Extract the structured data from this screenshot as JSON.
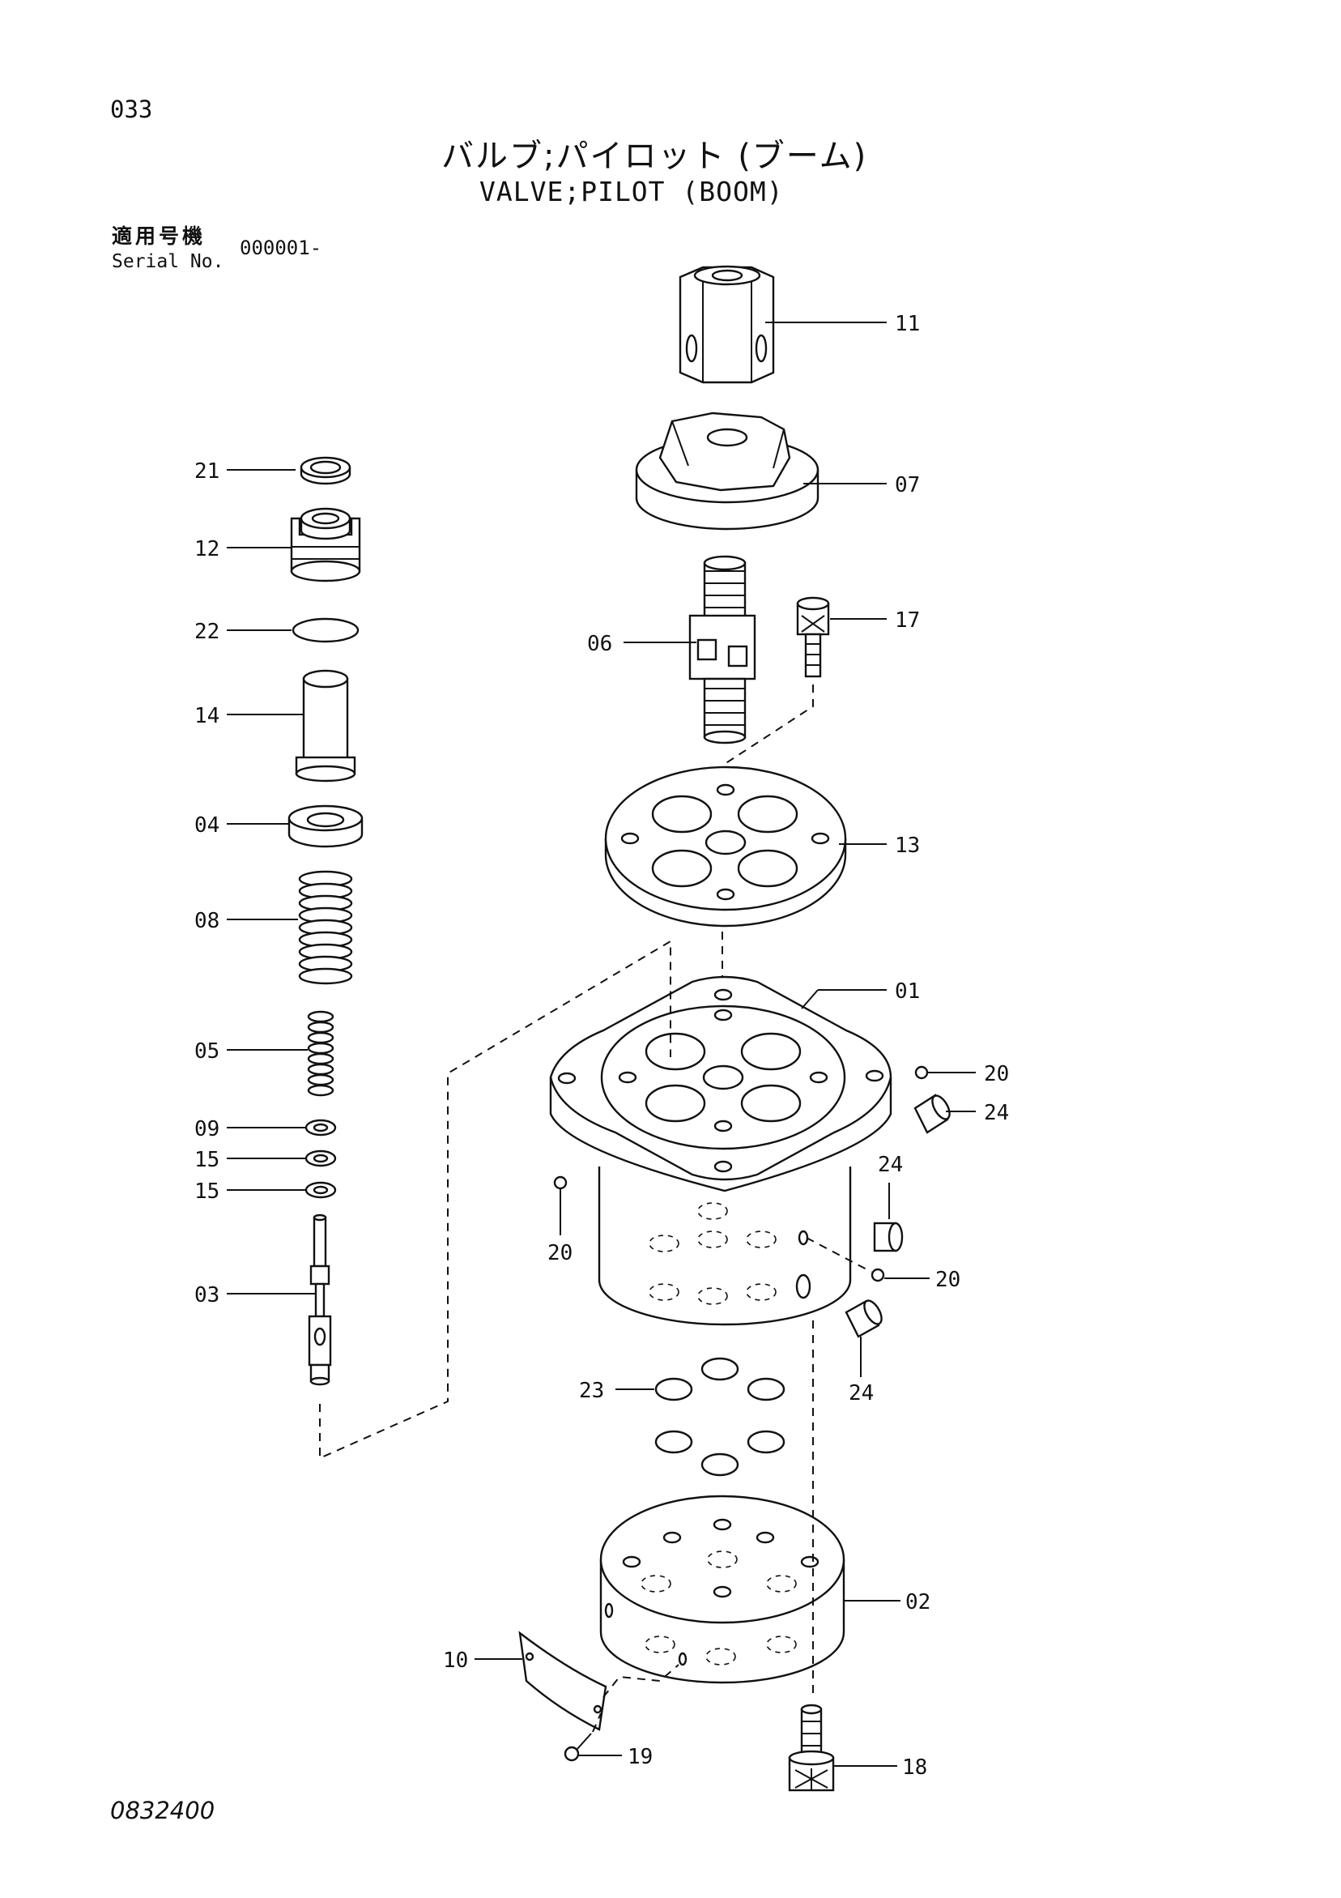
{
  "page_number": "033",
  "title_jp": "バルブ;パイロット (ブーム)",
  "title_en": "VALVE;PILOT (BOOM)",
  "serial_label_jp": "適用号機",
  "serial_label_en": "Serial No.",
  "serial_value": "000001-",
  "drawing_number": "0832400",
  "part_labels": {
    "p11": "11",
    "p07": "07",
    "p06": "06",
    "p17": "17",
    "p13": "13",
    "p01": "01",
    "p20a": "20",
    "p24a": "24",
    "p24b": "24",
    "p20b": "20",
    "p20c": "20",
    "p24c": "24",
    "p23": "23",
    "p02": "02",
    "p10": "10",
    "p19": "19",
    "p18": "18",
    "p21": "21",
    "p12": "12",
    "p22": "22",
    "p14": "14",
    "p04": "04",
    "p08": "08",
    "p05": "05",
    "p09": "09",
    "p15a": "15",
    "p15b": "15",
    "p03": "03"
  }
}
